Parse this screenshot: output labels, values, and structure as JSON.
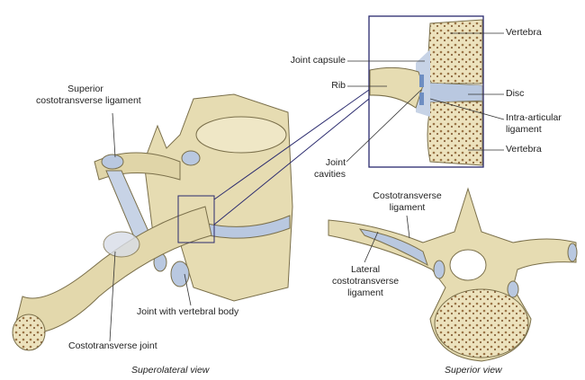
{
  "labels": {
    "superior_costotransverse_ligament": [
      "Superior",
      "costotransverse ligament"
    ],
    "joint_capsule": "Joint capsule",
    "rib": "Rib",
    "vertebra_top": "Vertebra",
    "disc": "Disc",
    "intra_articular_ligament": [
      "Intra-articular",
      "ligament"
    ],
    "vertebra_bottom": "Vertebra",
    "joint_cavities": [
      "Joint",
      "cavities"
    ],
    "costotransverse_ligament": [
      "Costotransverse",
      "ligament"
    ],
    "lateral_costotransverse_ligament": [
      "Lateral",
      "costotransverse",
      "ligament"
    ],
    "joint_with_vertebral_body": "Joint with vertebral body",
    "costotransverse_joint": "Costotransverse joint"
  },
  "captions": {
    "left": "Superolateral view",
    "right": "Superior view"
  },
  "colors": {
    "bone": "#e8dfb8",
    "bone_outline": "#7a6f4a",
    "ligament": "#b9c8e0",
    "inset_frame": "#2a2a6e",
    "marrow": "#a0784a"
  }
}
